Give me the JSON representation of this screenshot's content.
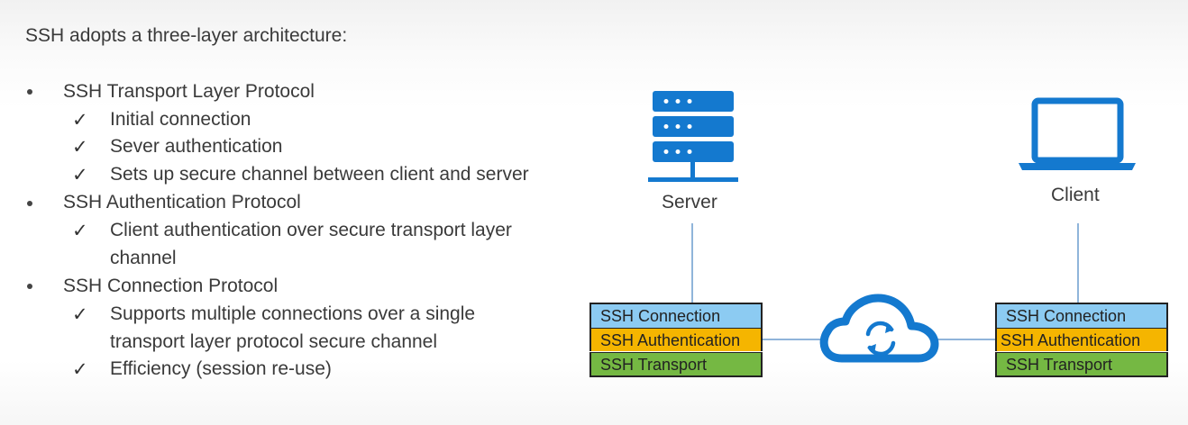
{
  "heading": "SSH adopts a three-layer architecture:",
  "bullets": [
    {
      "text": "SSH Transport Layer Protocol",
      "checks": [
        [
          "Initial connection"
        ],
        [
          "Sever authentication"
        ],
        [
          "Sets up secure channel between client and server"
        ]
      ]
    },
    {
      "text": "SSH Authentication Protocol",
      "checks": [
        [
          "Client authentication over secure transport layer",
          "channel"
        ]
      ]
    },
    {
      "text": "SSH Connection Protocol",
      "checks": [
        [
          "Supports multiple connections over a single",
          "transport layer protocol secure channel"
        ],
        [
          "Efficiency (session re-use)"
        ]
      ]
    }
  ],
  "check_glyph": "✓",
  "diagram": {
    "server_label": "Server",
    "client_label": "Client",
    "stack_server": {
      "connection": "SSH Connection",
      "authentication": "SSH Authentication",
      "transport": "SSH Transport"
    },
    "stack_client": {
      "connection": "SSH Connection",
      "authentication": "SSH Authentication",
      "transport": "SSH Transport"
    },
    "colors": {
      "icon_blue": "#1479cf",
      "line_blue": "#6b9ccd",
      "connection": "#8ccbf2",
      "authentication": "#f5b500",
      "transport": "#75b843"
    }
  }
}
